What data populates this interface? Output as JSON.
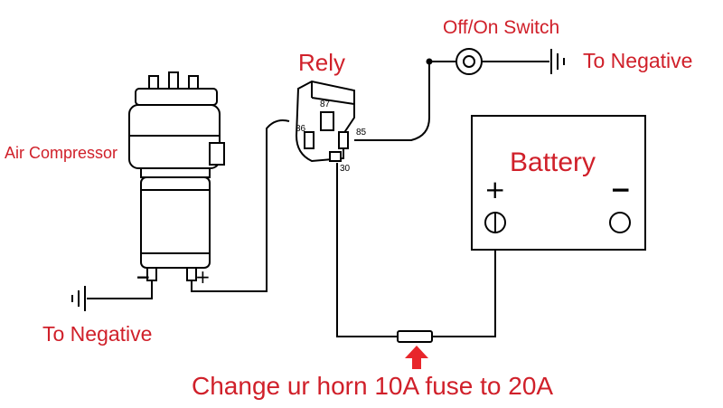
{
  "labels": {
    "switch": "Off/On Switch",
    "relay": "Rely",
    "to_negative_top": "To Negative",
    "compressor": "Air Compressor",
    "battery": "Battery",
    "to_negative_bottom": "To Negative",
    "fuse_note": "Change ur horn 10A fuse to 20A"
  },
  "relay_pins": {
    "p87": "87",
    "p86": "86",
    "p85": "85",
    "p30": "30"
  },
  "polarity": {
    "battery_plus": "+",
    "battery_minus": "−",
    "compressor_minus": "−",
    "compressor_plus": "+"
  },
  "colors": {
    "label": "#d0202a",
    "line": "#000000",
    "arrow": "#e8262b"
  },
  "icons": [
    "ground-icon",
    "switch-icon",
    "relay-icon",
    "fuse-icon",
    "arrow-up-icon",
    "air-compressor-icon",
    "battery-icon"
  ]
}
